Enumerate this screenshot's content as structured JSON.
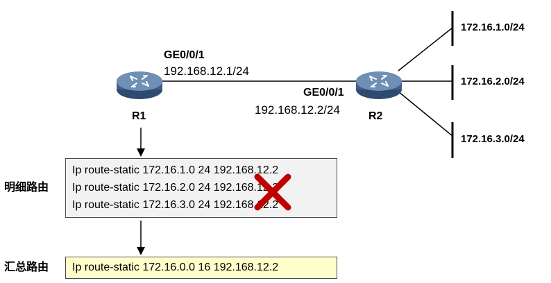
{
  "routers": {
    "r1": {
      "name": "R1",
      "interface": "GE0/0/1",
      "ip": "192.168.12.1/24"
    },
    "r2": {
      "name": "R2",
      "interface": "GE0/0/1",
      "ip": "192.168.12.2/24"
    }
  },
  "networks": [
    "172.16.1.0/24",
    "172.16.2.0/24",
    "172.16.3.0/24"
  ],
  "detail": {
    "label": "明细路由",
    "routes": [
      "Ip route-static 172.16.1.0 24 192.168.12.2",
      "Ip route-static 172.16.2.0 24 192.168.12.2",
      "Ip route-static 172.16.3.0 24 192.168.12.2"
    ]
  },
  "summary": {
    "label": "汇总路由",
    "route": "Ip route-static 172.16.0.0 16 192.168.12.2"
  },
  "colors": {
    "router_body": "#3f5f8a",
    "router_top": "#6f8fb5",
    "cross": "#c00000",
    "detail_box_bg": "#f2f2f2",
    "summary_box_bg": "#ffffcc"
  }
}
